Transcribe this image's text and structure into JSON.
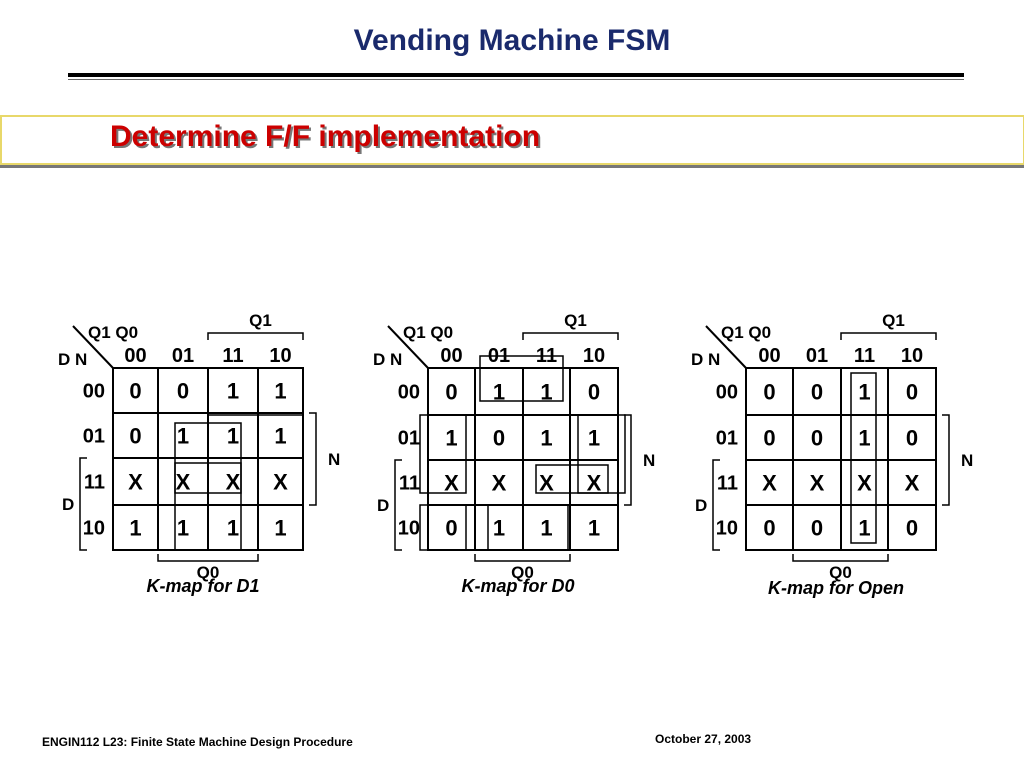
{
  "title": "Vending Machine FSM",
  "subtitle": "Determine F/F implementation",
  "footer": {
    "left": "ENGIN112  L23: Finite State Machine Design Procedure",
    "right": "October 27, 2003"
  },
  "kmaps": [
    {
      "caption": "K-map for D1",
      "col_vars": "Q1 Q0",
      "row_vars": "D N",
      "col_headers": [
        "00",
        "01",
        "11",
        "10"
      ],
      "row_headers": [
        "00",
        "01",
        "11",
        "10"
      ],
      "label_q1": "Q1",
      "label_q0": "Q0",
      "label_n": "N",
      "label_d": "D",
      "cells": [
        [
          "0",
          "0",
          "1",
          "1"
        ],
        [
          "0",
          "1",
          "1",
          "1"
        ],
        [
          "X",
          "X",
          "X",
          "X"
        ],
        [
          "1",
          "1",
          "1",
          "1"
        ]
      ]
    },
    {
      "caption": "K-map for D0",
      "col_vars": "Q1 Q0",
      "row_vars": "D N",
      "col_headers": [
        "00",
        "01",
        "11",
        "10"
      ],
      "row_headers": [
        "00",
        "01",
        "11",
        "10"
      ],
      "label_q1": "Q1",
      "label_q0": "Q0",
      "label_n": "N",
      "label_d": "D",
      "cells": [
        [
          "0",
          "1",
          "1",
          "0"
        ],
        [
          "1",
          "0",
          "1",
          "1"
        ],
        [
          "X",
          "X",
          "X",
          "X"
        ],
        [
          "0",
          "1",
          "1",
          "1"
        ]
      ]
    },
    {
      "caption": "K-map for Open",
      "col_vars": "Q1 Q0",
      "row_vars": "D N",
      "col_headers": [
        "00",
        "01",
        "11",
        "10"
      ],
      "row_headers": [
        "00",
        "01",
        "11",
        "10"
      ],
      "label_q1": "Q1",
      "label_q0": "Q0",
      "label_n": "N",
      "label_d": "D",
      "cells": [
        [
          "0",
          "0",
          "1",
          "0"
        ],
        [
          "0",
          "0",
          "1",
          "0"
        ],
        [
          "X",
          "X",
          "X",
          "X"
        ],
        [
          "0",
          "0",
          "1",
          "0"
        ]
      ]
    }
  ]
}
